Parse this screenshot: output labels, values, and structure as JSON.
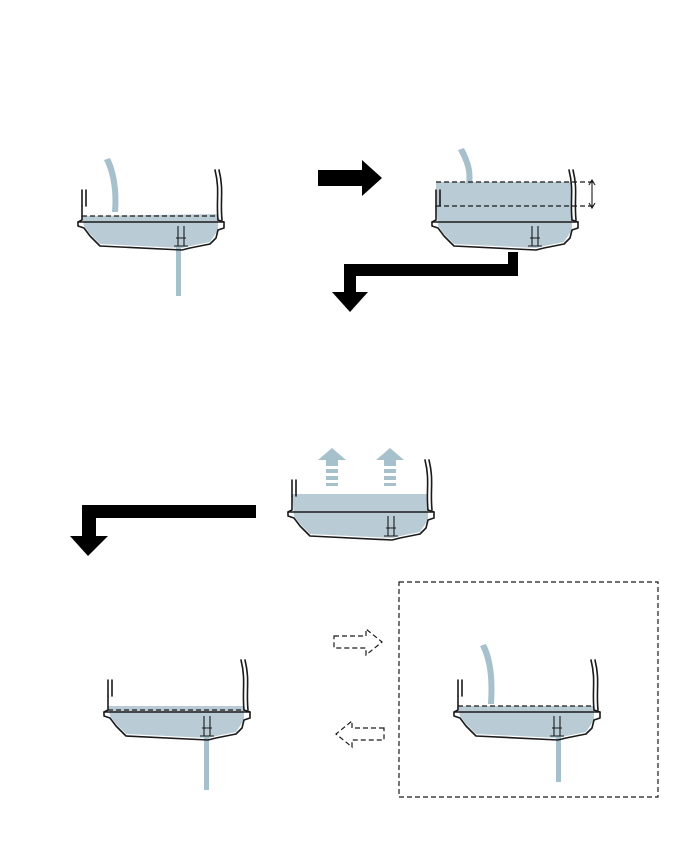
{
  "colors": {
    "water": "#b9ccd6",
    "stream": "#a6c0cc",
    "line": "#1a1a1a",
    "arrow": "#000000",
    "background": "#ffffff"
  },
  "panels": [
    {
      "id": "step-1",
      "state": "draining-while-filling",
      "inlet": true,
      "outlet": true,
      "vapour": false
    },
    {
      "id": "step-2",
      "state": "filled-level-measured",
      "inlet": true,
      "outlet": false,
      "vapour": false
    },
    {
      "id": "step-3",
      "state": "heating-steam-rising",
      "inlet": false,
      "outlet": false,
      "vapour": true
    },
    {
      "id": "step-4",
      "state": "draining",
      "inlet": false,
      "outlet": true,
      "vapour": false
    },
    {
      "id": "step-alt",
      "state": "repeat-fill-and-drain",
      "inlet": true,
      "outlet": true,
      "vapour": false
    }
  ],
  "arrows": {
    "flow": [
      "right",
      "return-down",
      "return-down"
    ],
    "cycle": [
      "right-dashed",
      "left-dashed"
    ]
  },
  "icons": [
    "water-inlet-hose-icon",
    "drain-stream-icon",
    "rising-vapour-icon",
    "level-dimension-icon"
  ]
}
